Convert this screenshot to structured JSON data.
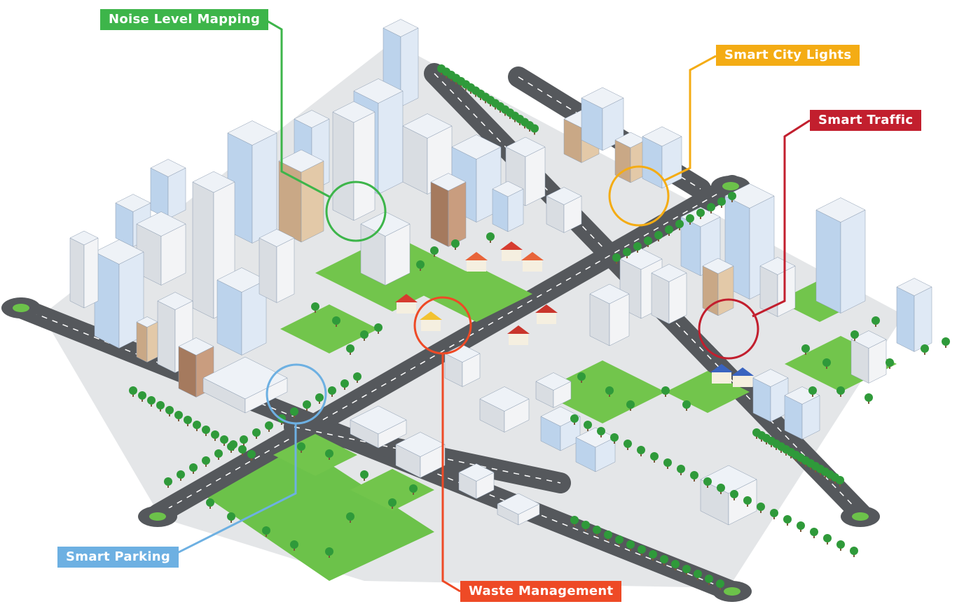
{
  "callouts": {
    "noise": {
      "label": "Noise Level Mapping",
      "color": "#3DB54A"
    },
    "lights": {
      "label": "Smart City Lights",
      "color": "#F4AC14"
    },
    "traffic": {
      "label": "Smart Traffic",
      "color": "#C21F2E"
    },
    "waste": {
      "label": "Waste Management",
      "color": "#EE4A26"
    },
    "parking": {
      "label": "Smart Parking",
      "color": "#6DB0E2"
    }
  }
}
